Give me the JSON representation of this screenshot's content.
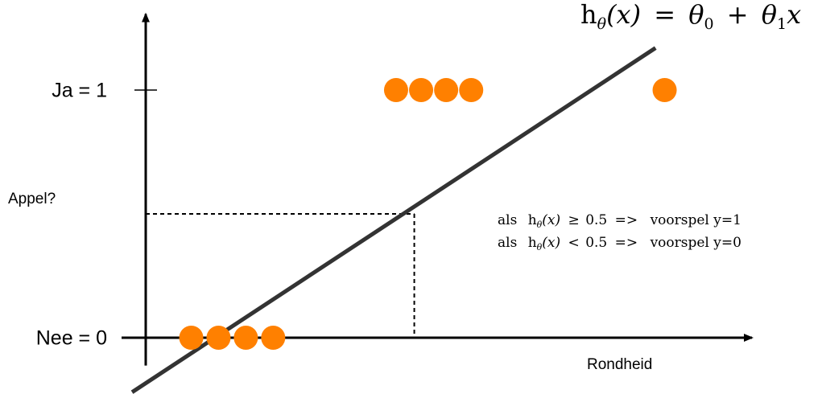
{
  "formula": {
    "h": "h",
    "theta_sub": "θ",
    "x_paren": "(x)",
    "eq": "=",
    "theta0": "θ",
    "sub0": "0",
    "plus": "+",
    "theta1": "θ",
    "sub1": "1",
    "x": "x"
  },
  "rules": {
    "als": "als",
    "h": "h",
    "theta_sub": "θ",
    "x_paren": "(x)",
    "ge": "≥",
    "lt": "<",
    "threshold": "0.5",
    "arrow": "=>",
    "predict1": "voorspel y=1",
    "predict0": "voorspel y=0"
  },
  "chart_data": {
    "type": "scatter",
    "xlabel": "Rondheid",
    "ylabel": "Appel?",
    "y_ticks": [
      {
        "value": 0,
        "label": "Nee = 0"
      },
      {
        "value": 1,
        "label": "Ja = 1"
      }
    ],
    "xlim": [
      0,
      13
    ],
    "ylim": [
      -0.08,
      1.3
    ],
    "points": [
      {
        "x": 1.0,
        "y": 0
      },
      {
        "x": 1.6,
        "y": 0
      },
      {
        "x": 2.2,
        "y": 0
      },
      {
        "x": 2.8,
        "y": 0
      },
      {
        "x": 5.5,
        "y": 1
      },
      {
        "x": 6.05,
        "y": 1
      },
      {
        "x": 6.6,
        "y": 1
      },
      {
        "x": 7.15,
        "y": 1
      },
      {
        "x": 11.4,
        "y": 1
      }
    ],
    "regression_line": {
      "x0": -0.3,
      "y0": -0.22,
      "x1": 11.2,
      "y1": 1.17
    },
    "threshold": {
      "y": 0.5,
      "x": 5.9
    },
    "colors": {
      "points": "#ff8000",
      "line": "#333333",
      "axes": "#000000"
    }
  }
}
